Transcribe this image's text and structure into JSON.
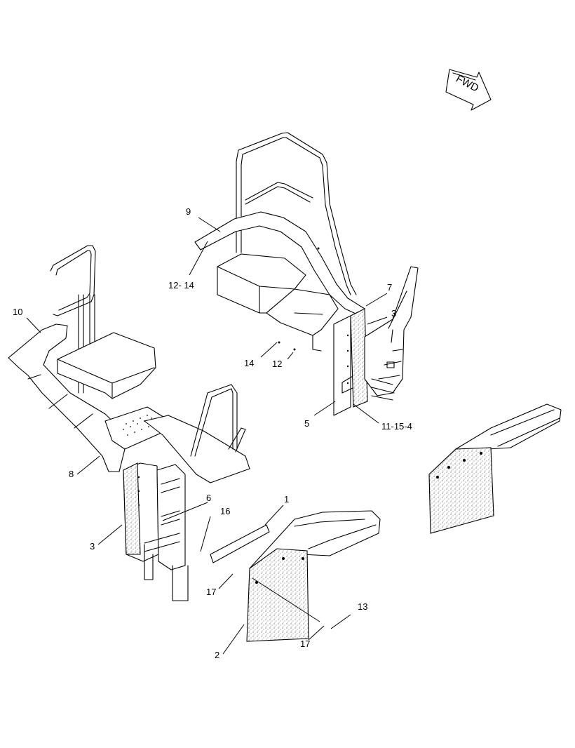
{
  "direction_arrow": {
    "label": "FWD"
  },
  "callouts": [
    {
      "id": "callout-9",
      "text": "9"
    },
    {
      "id": "callout-12-14-upper",
      "text": "12- 14"
    },
    {
      "id": "callout-10",
      "text": "10"
    },
    {
      "id": "callout-7",
      "text": "7"
    },
    {
      "id": "callout-3-right",
      "text": "3"
    },
    {
      "id": "callout-14",
      "text": "14"
    },
    {
      "id": "callout-12",
      "text": "12"
    },
    {
      "id": "callout-5",
      "text": "5"
    },
    {
      "id": "callout-11-15-4",
      "text": "11-15-4"
    },
    {
      "id": "callout-8",
      "text": "8"
    },
    {
      "id": "callout-6",
      "text": "6"
    },
    {
      "id": "callout-16",
      "text": "16"
    },
    {
      "id": "callout-1",
      "text": "1"
    },
    {
      "id": "callout-3-left",
      "text": "3"
    },
    {
      "id": "callout-17-left",
      "text": "17"
    },
    {
      "id": "callout-13",
      "text": "13"
    },
    {
      "id": "callout-17-lower",
      "text": "17"
    },
    {
      "id": "callout-2",
      "text": "2"
    }
  ]
}
